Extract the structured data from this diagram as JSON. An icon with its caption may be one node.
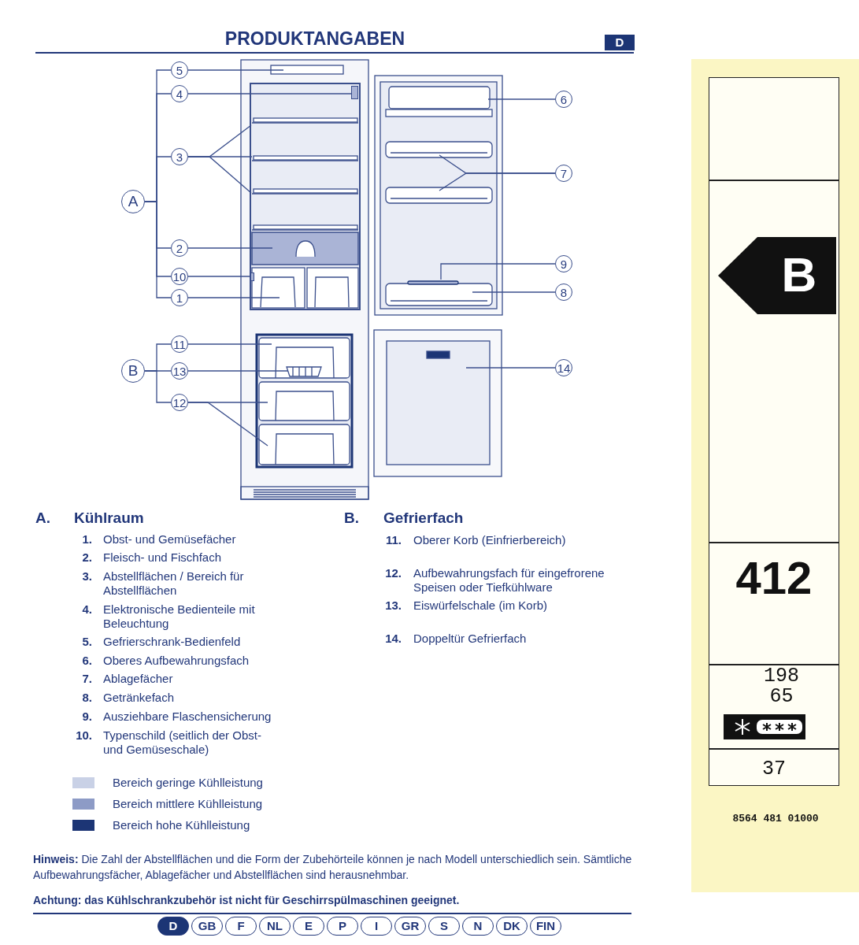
{
  "diagram": {
    "title": "PRODUKTANGABEN",
    "nodes": [
      {
        "text": [
          "5"
        ]
      },
      {
        "text": [
          "4"
        ]
      },
      {
        "text": [
          "6"
        ]
      },
      {
        "text": [
          "3"
        ]
      },
      {
        "text": [
          "7"
        ]
      },
      {
        "text": [
          "A"
        ]
      },
      {
        "text": [
          "2"
        ]
      },
      {
        "text": [
          "9"
        ]
      },
      {
        "text": [
          "10"
        ]
      },
      {
        "text": [
          "8"
        ]
      },
      {
        "text": [
          "1"
        ]
      },
      {
        "text": [
          "11"
        ]
      },
      {
        "text": [
          "14"
        ]
      },
      {
        "text": [
          "B"
        ]
      },
      {
        "text": [
          "13"
        ]
      },
      {
        "text": [
          "12"
        ]
      },
      {
        "text": [],
        "shape": "box"
      },
      {
        "text": [],
        "shape": "box"
      }
    ],
    "edges": [
      {
        "from": 0,
        "to": null,
        "arrow": "none"
      },
      {
        "from": 1,
        "to": 16,
        "arrow": "none"
      },
      {
        "from": 2,
        "to": null,
        "arrow": "none"
      },
      {
        "from": 3,
        "to": null,
        "arrow": "none"
      },
      {
        "from": 3,
        "to": null,
        "arrow": "none"
      },
      {
        "from": 3,
        "to": null,
        "arrow": "none"
      },
      {
        "from": 4,
        "to": null,
        "arrow": "none"
      },
      {
        "from": 4,
        "to": null,
        "arrow": "none"
      },
      {
        "from": 6,
        "to": null,
        "arrow": "none"
      },
      {
        "from": 7,
        "to": null,
        "arrow": "none"
      },
      {
        "from": 8,
        "to": 17,
        "arrow": "none"
      },
      {
        "from": 9,
        "to": null,
        "arrow": "none"
      },
      {
        "from": 10,
        "to": null,
        "arrow": "none"
      },
      {
        "from": 11,
        "to": null,
        "arrow": "none"
      },
      {
        "from": 12,
        "to": null,
        "arrow": "none"
      },
      {
        "from": 14,
        "to": null,
        "arrow": "none"
      },
      {
        "from": 15,
        "to": null,
        "arrow": "none"
      },
      {
        "from": 15,
        "to": null,
        "arrow": "none"
      },
      {
        "from": 5,
        "to": 0,
        "arrow": "none"
      },
      {
        "from": 5,
        "to": 1,
        "arrow": "none"
      },
      {
        "from": 5,
        "to": 3,
        "arrow": "none"
      },
      {
        "from": 5,
        "to": 6,
        "arrow": "none"
      },
      {
        "from": 5,
        "to": 8,
        "arrow": "none"
      },
      {
        "from": 5,
        "to": 10,
        "arrow": "none"
      },
      {
        "from": 13,
        "to": 11,
        "arrow": "none"
      },
      {
        "from": 13,
        "to": 14,
        "arrow": "none"
      },
      {
        "from": 13,
        "to": 15,
        "arrow": "none"
      }
    ],
    "labels": [
      "D",
      "A.",
      "Kühlraum",
      "1.",
      "Obst- und Gemüsefächer",
      "2.",
      "Fleisch- und Fischfach",
      "3.",
      "Abstellflächen / Bereich für Abstellflächen",
      "4.",
      "Elektronische Bedienteile mit Beleuchtung",
      "5.",
      "Gefrierschrank-Bedienfeld",
      "6.",
      "Oberes Aufbewahrungsfach",
      "7.",
      "Ablagefächer",
      "8.",
      "Getränkefach",
      "9.",
      "Ausziehbare Flaschensicherung",
      "10.",
      "Typenschild (seitlich der Obst- und Gemüseschale)",
      "B.",
      "Gefrierfach",
      "11.",
      "Oberer Korb (Einfrierbereich)",
      "12.",
      "Aufbewahrungsfach für eingefrorene Speisen oder Tiefkühlware",
      "13.",
      "Eiswürfelschale (im Korb)",
      "14.",
      "Doppeltür Gefrierfach",
      "**Hinweis:** Die Zahl der Abstellflächen und die Form der Zubehörteile können je nach Modell unterschiedlich sein. Sämtliche Aufbewahrungsfächer, Ablagefächer und Abstellflächen sind herausnehmbar.",
      "Achtung: das Kühlschrankzubehör ist nicht für Geschirrspülmaschinen geeignet.",
      "D",
      "GB",
      "F",
      "NL",
      "E",
      "P",
      "I",
      "GR",
      "S",
      "N",
      "DK",
      "FIN",
      "B",
      "412",
      "198",
      "65",
      "37",
      "8564 481 01000"
    ],
    "legend": [
      {
        "text": "Bereich geringe Kühlleistung",
        "color": "#c9d1e6"
      },
      {
        "text": "Bereich mittlere Kühlleistung",
        "color": "#8d9bc6"
      },
      {
        "text": "Bereich hohe Kühlleistung",
        "color": "#1c3575"
      }
    ]
  }
}
